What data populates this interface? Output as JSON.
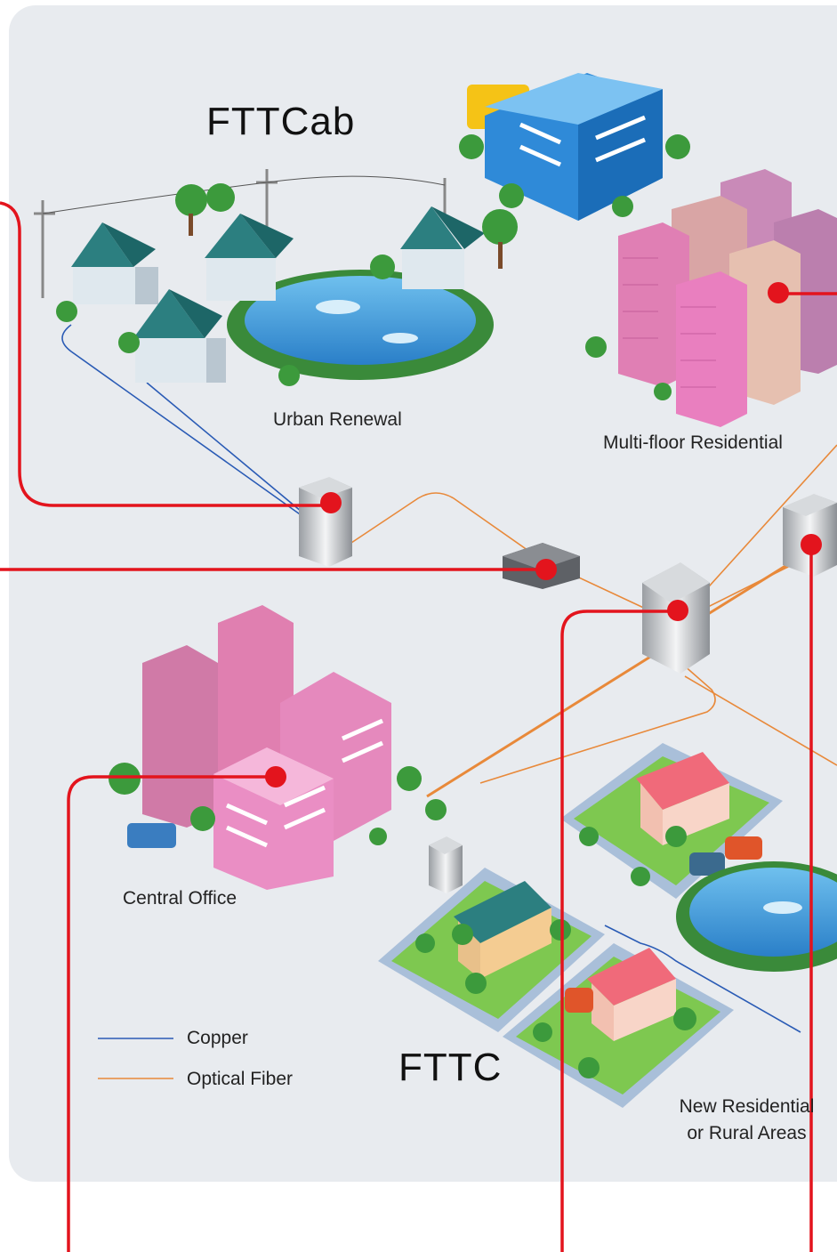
{
  "sections": {
    "fttcab_title": "FTTCab",
    "fttc_title": "FTTC"
  },
  "areas": {
    "urban_renewal": "Urban Renewal",
    "multi_floor_residential": "Multi-floor Residential",
    "central_office": "Central Office",
    "new_residential_line1": "New Residential",
    "new_residential_line2": "or Rural Areas"
  },
  "legend": {
    "copper_label": "Copper",
    "fiber_label": "Optical Fiber"
  },
  "colors": {
    "copper": "#2a5bb5",
    "fiber": "#e8893a",
    "callout": "#e3141d",
    "background": "#e8ebef"
  }
}
